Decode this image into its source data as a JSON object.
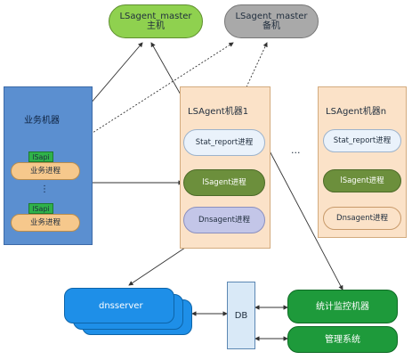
{
  "masters": {
    "primary": {
      "line1": "LSagent_master",
      "line2": "主机",
      "color": "#8fd14f"
    },
    "backup": {
      "line1": "LSagent_master",
      "line2": "备机",
      "color": "#a9a9a9"
    }
  },
  "business_machine": {
    "title": "业务机器",
    "lsapi_label": "lSapi",
    "process_label": "业务进程",
    "dots": "⋮"
  },
  "agent1": {
    "title": "LSAgent机器1",
    "stat": "Stat_report进程",
    "lsagent": "lSagent进程",
    "dnsagent": "Dnsagent进程"
  },
  "ellipsis": "...",
  "agentn": {
    "title": "LSAgent机器n",
    "stat": "Stat_report进程",
    "lsagent": "lSagent进程",
    "dnsagent": "Dnsagent进程"
  },
  "dnsserver": "dnsserver",
  "db": "DB",
  "stats_machine": "统计监控机器",
  "admin_system": "管理系统",
  "colors": {
    "blue_panel": "#5b8fd0",
    "peach_panel": "#fbe2c8",
    "green": "#1e9a3b",
    "sky": "#1e8fe8"
  }
}
